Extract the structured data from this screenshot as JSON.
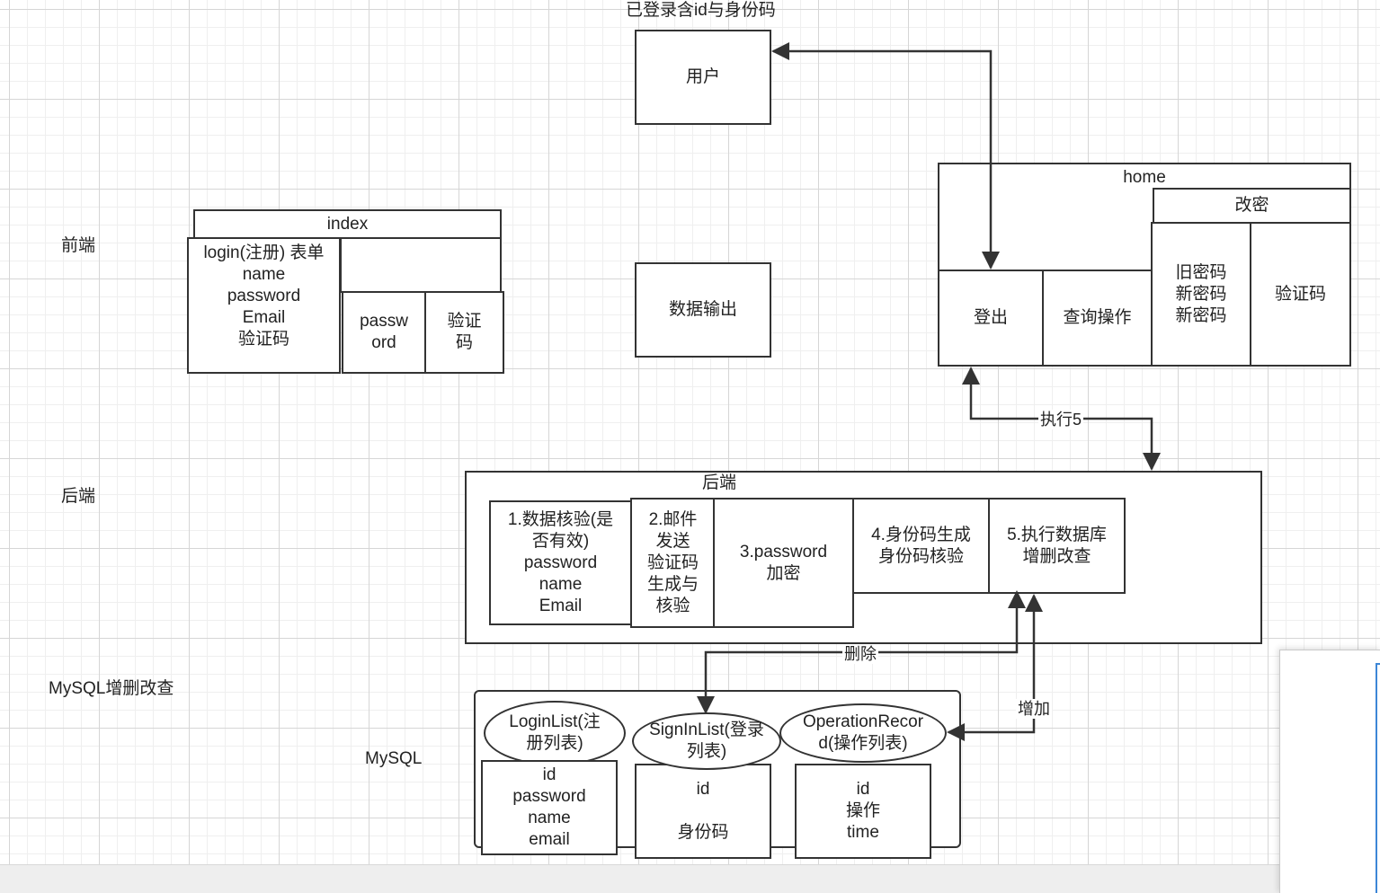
{
  "layers": {
    "frontend": "前端",
    "backend": "后端",
    "mysql_crud": "MySQL增删改查",
    "mysql": "MySQL"
  },
  "user_group": {
    "caption": "已登录含id与身份码",
    "user": "用户"
  },
  "data_output": "数据输出",
  "index": {
    "title": "index",
    "login_form": "login(注册) 表单\nname\npassword\nEmail\n验证码",
    "password": "passw\nord",
    "captcha": "验证\n码"
  },
  "home": {
    "title": "home",
    "change_password": "改密",
    "logout": "登出",
    "query": "查询操作",
    "passwords": "旧密码\n新密码\n新密码",
    "captcha": "验证码"
  },
  "backend": {
    "title": "后端",
    "step1": "1.数据核验(是\n否有效)\npassword\nname\nEmail",
    "step2": "2.邮件\n发送\n验证码\n生成与\n核验",
    "step3": "3.password\n加密",
    "step4": "4.身份码生成\n身份码核验",
    "step5": "5.执行数据库\n增删改查"
  },
  "edges": {
    "execute5": "执行5",
    "delete": "删除",
    "add": "增加"
  },
  "tables": {
    "login_list": {
      "name": "LoginList(注\n册列表)",
      "fields": "id\npassword\nname\nemail"
    },
    "signin_list": {
      "name": "SignInList(登录\n列表)",
      "fields": "id\n\n身份码"
    },
    "operation_record": {
      "name": "OperationRecor\nd(操作列表)",
      "fields": "id\n操作\ntime"
    }
  }
}
